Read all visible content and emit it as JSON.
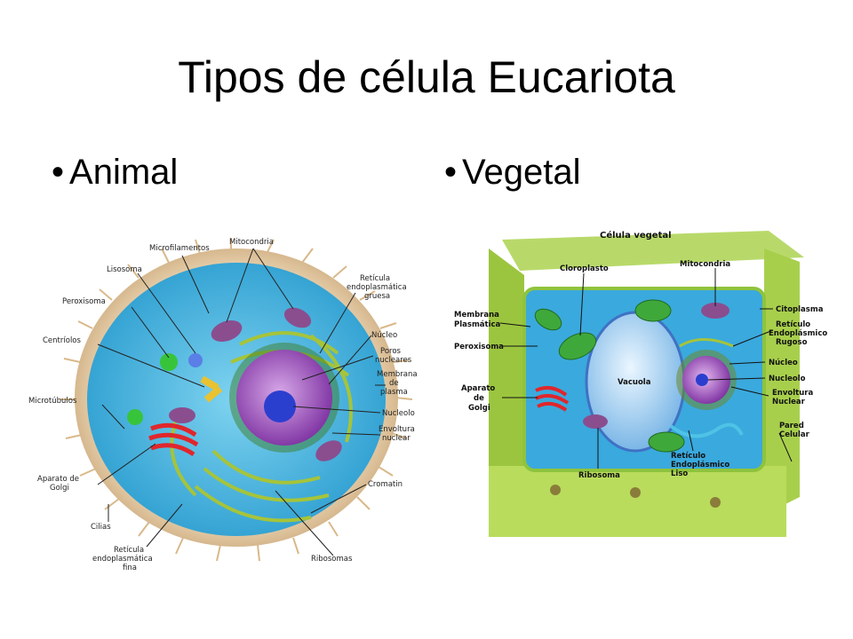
{
  "slide": {
    "title": "Tipos de célula Eucariota",
    "bullets": [
      "Animal",
      "Vegetal"
    ]
  },
  "animal_diagram": {
    "labels": {
      "microfilamentos": "Microfilamentos",
      "mitocondria": "Mitocondria",
      "lisosoma": "Lisosoma",
      "reticulo_gruesa_1": "Retícula",
      "reticulo_gruesa_2": "endoplasmática",
      "reticulo_gruesa_3": "gruesa",
      "peroxisoma": "Peroxisoma",
      "nucleo": "Núcleo",
      "centriolos": "Centríolos",
      "poros_1": "Poros",
      "poros_2": "nucleares",
      "membrana_1": "Membrana",
      "membrana_2": "de",
      "membrana_3": "plasma",
      "microtubulos": "Microtúbulos",
      "nucleolo": "Nucleolo",
      "envoltura_1": "Envoltura",
      "envoltura_2": "nuclear",
      "golgi_1": "Aparato de",
      "golgi_2": "Golgi",
      "cromatin": "Cromatin",
      "cilias": "Cilias",
      "reticulo_fina_1": "Retícula",
      "reticulo_fina_2": "endoplasmática",
      "reticulo_fina_3": "fina",
      "ribosomas": "Ribosomas"
    }
  },
  "plant_diagram": {
    "labels": {
      "title": "Célula vegetal",
      "cloroplasto": "Cloroplasto",
      "mitocondria": "Mitocondria",
      "membrana_1": "Membrana",
      "membrana_2": "Plasmática",
      "citoplasma": "Citoplasma",
      "reticulo_rugoso_1": "Retículo",
      "reticulo_rugoso_2": "Endoplásmico",
      "reticulo_rugoso_3": "Rugoso",
      "peroxisoma": "Peroxisoma",
      "nucleo": "Núcleo",
      "vacuola": "Vacuola",
      "golgi_1": "Aparato",
      "golgi_2": "de",
      "golgi_3": "Golgi",
      "nucleolo": "Nucleolo",
      "envoltura_1": "Envoltura",
      "envoltura_2": "Nuclear",
      "pared_1": "Pared",
      "pared_2": "Celular",
      "ribosoma": "Ribosoma",
      "reticulo_liso_1": "Retículo",
      "reticulo_liso_2": "Endoplásmico",
      "reticulo_liso_3": "Liso"
    }
  }
}
